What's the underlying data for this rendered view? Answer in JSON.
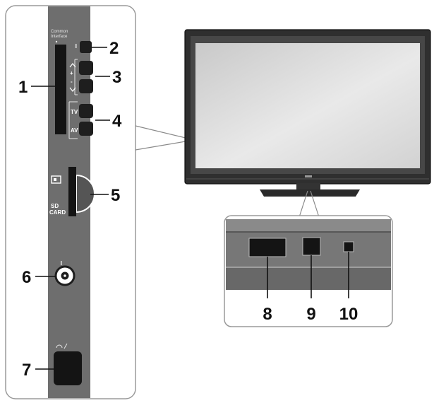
{
  "callouts": {
    "c1": "1",
    "c2": "2",
    "c3": "3",
    "c4": "4",
    "c5": "5",
    "c6": "6",
    "c7": "7",
    "c8": "8",
    "c9": "9",
    "c10": "10"
  },
  "side_panel": {
    "ci_label_line1": "Common",
    "ci_label_line2": "Interface",
    "button_plus": "+",
    "button_minus": "-",
    "button_tv": "TV",
    "button_av": "AV",
    "sd_line1": "SD",
    "sd_line2": "CARD"
  },
  "colors": {
    "outline": "#9a9a9a",
    "panel": "#6e6e6e",
    "slot": "#141414",
    "bezel": "#2f2f2f"
  }
}
